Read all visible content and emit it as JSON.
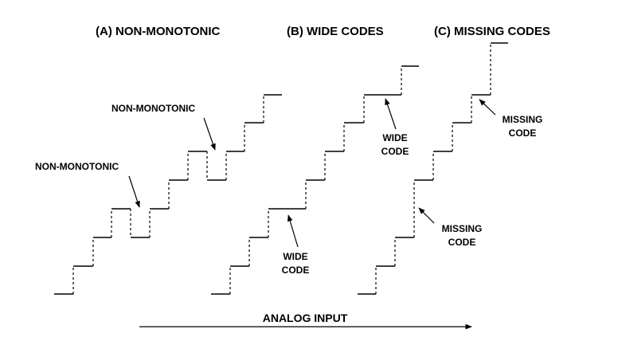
{
  "panels": {
    "a": {
      "title": "(A) NON-MONOTONIC",
      "annotations": [
        "NON-MONOTONIC",
        "NON-MONOTONIC"
      ]
    },
    "b": {
      "title": "(B) WIDE CODES",
      "annotations": [
        {
          "line1": "WIDE",
          "line2": "CODE"
        },
        {
          "line1": "WIDE",
          "line2": "CODE"
        }
      ]
    },
    "c": {
      "title": "(C) MISSING CODES",
      "annotations": [
        {
          "line1": "MISSING",
          "line2": "CODE"
        },
        {
          "line1": "MISSING",
          "line2": "CODE"
        }
      ]
    }
  },
  "axis": {
    "label": "ANALOG INPUT"
  }
}
